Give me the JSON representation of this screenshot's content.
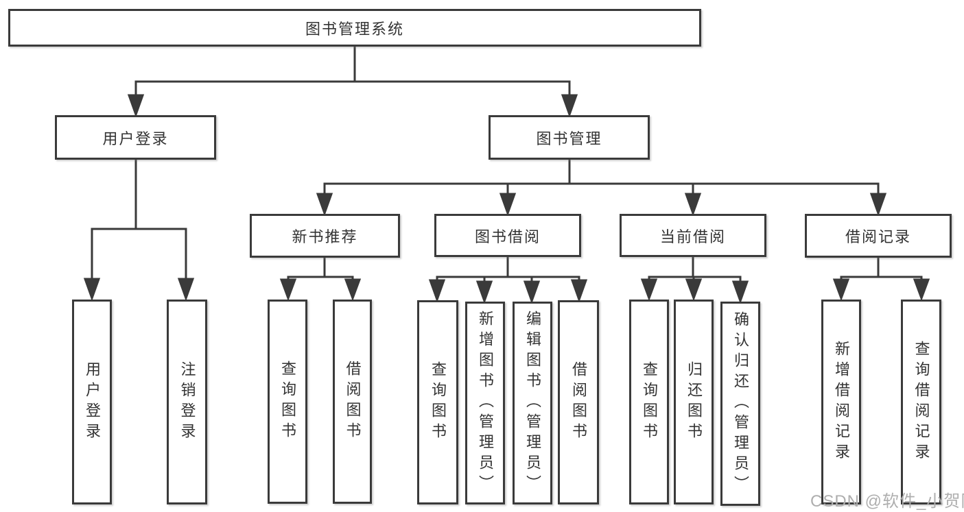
{
  "root": {
    "label": "图书管理系统",
    "children": [
      {
        "label": "用户登录",
        "children": [
          {
            "label": "用户登录"
          },
          {
            "label": "注销登录"
          }
        ]
      },
      {
        "label": "图书管理",
        "children": [
          {
            "label": "新书推荐",
            "children": [
              {
                "label": "查询图书"
              },
              {
                "label": "借阅图书"
              }
            ]
          },
          {
            "label": "图书借阅",
            "children": [
              {
                "label": "查询图书"
              },
              {
                "label": "新增图书（管理员）"
              },
              {
                "label": "编辑图书（管理员）"
              },
              {
                "label": "借阅图书"
              }
            ]
          },
          {
            "label": "当前借阅",
            "children": [
              {
                "label": "查询图书"
              },
              {
                "label": "归还图书"
              },
              {
                "label": "确认归还（管理员）"
              }
            ]
          },
          {
            "label": "借阅记录",
            "children": [
              {
                "label": "新增借阅记录"
              },
              {
                "label": "查询借阅记录"
              }
            ]
          }
        ]
      }
    ]
  },
  "watermark": {
    "text": "CSDN @软件_小贺同学"
  },
  "colors": {
    "line": "#3a3a3a",
    "text": "#333333",
    "box_background": "#ffffff",
    "watermark": "#aeaeae",
    "page_background": "#ffffff"
  }
}
